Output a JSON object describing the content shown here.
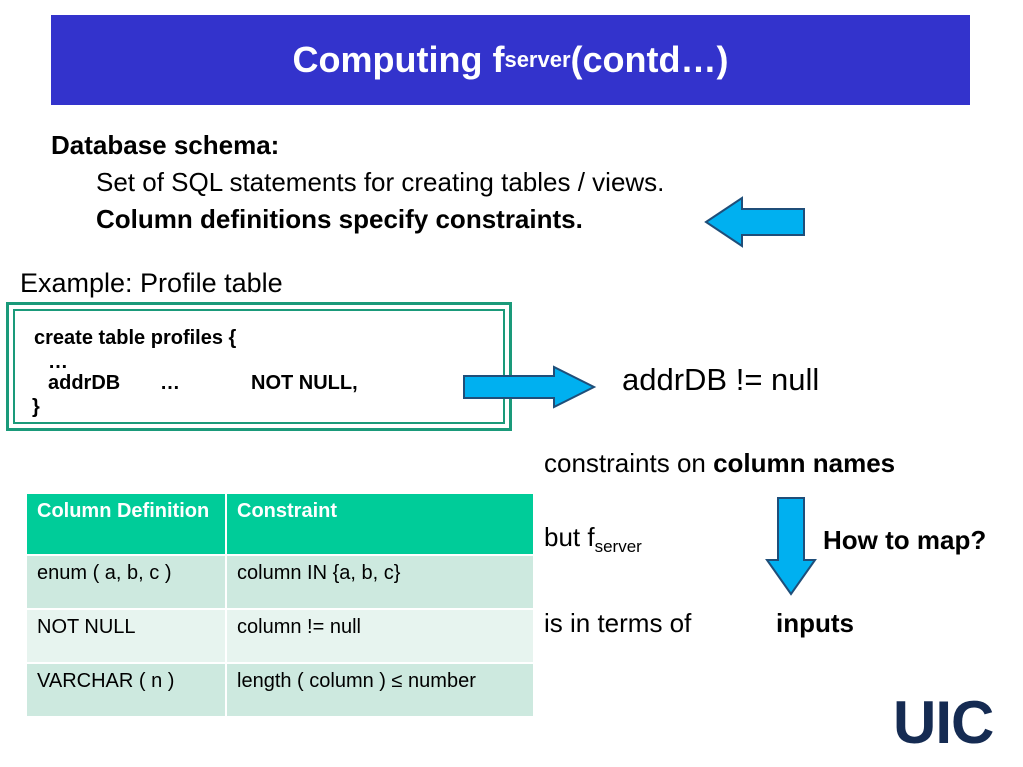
{
  "title": {
    "main": "Computing f",
    "sub": "server",
    "tail": " (contd…)"
  },
  "schema": {
    "heading": "Database schema:",
    "line1": "Set of SQL statements for creating tables / views.",
    "line2": "Column definitions specify constraints."
  },
  "example": "Example: Profile table",
  "code": {
    "line1": "create table profiles {",
    "dots": "…",
    "line2_col": "addrDB",
    "line2_dots": "…",
    "line2_constraint": "NOT NULL,",
    "close": "}"
  },
  "right": {
    "addr_null": "addrDB != null",
    "constraints_prefix": "constraints on ",
    "constraints_bold": "column names",
    "but_prefix": "but  f",
    "but_sub": "server",
    "how_map": "How to map?",
    "terms_prefix": "is in terms of",
    "terms_bold": "inputs"
  },
  "table": {
    "headers": [
      "Column Definition",
      "Constraint"
    ],
    "rows": [
      [
        "enum ( a, b, c )",
        "column IN {a, b, c}"
      ],
      [
        "NOT NULL",
        "column != null"
      ],
      [
        "VARCHAR ( n )",
        "length ( column ) ≤ number"
      ]
    ]
  },
  "logo": "UIC",
  "colors": {
    "title_bar": "#3333cc",
    "box_border": "#1a9a7a",
    "table_header": "#00cc99",
    "arrow_fill": "#00b0f0",
    "logo": "#152b52"
  },
  "icons": [
    "arrow-left-icon",
    "arrow-right-icon",
    "arrow-down-icon"
  ]
}
